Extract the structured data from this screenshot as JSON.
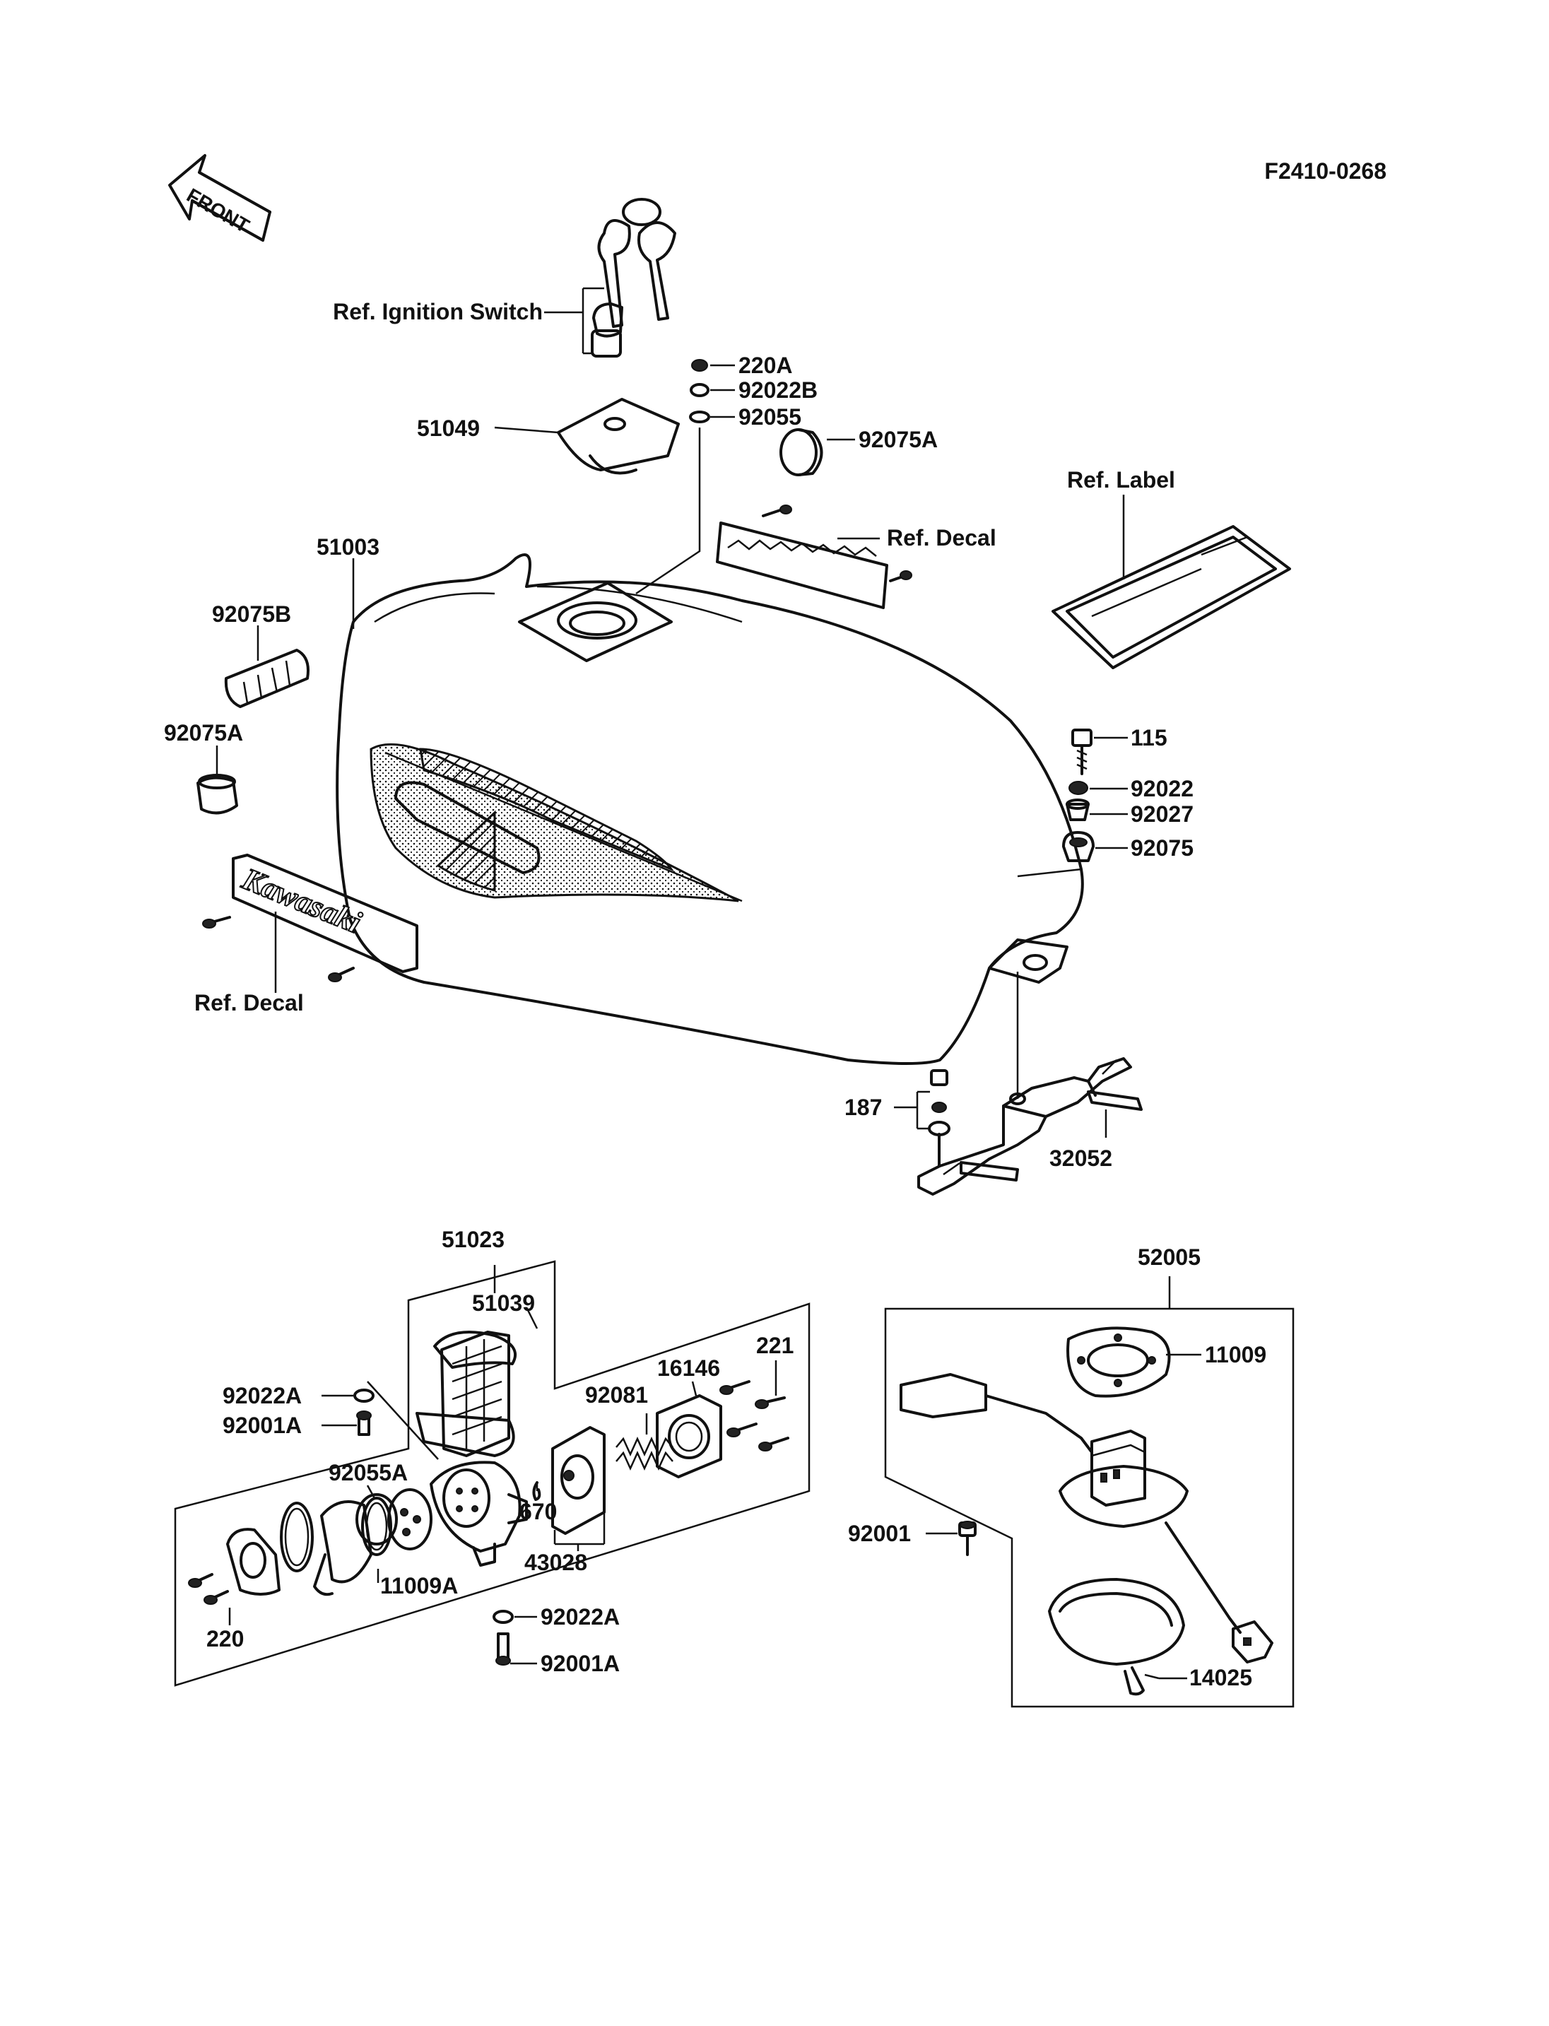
{
  "diagram_code": "F2410-0268",
  "front_arrow": "FRONT",
  "brand_decal": "Kawasaki",
  "labels": {
    "ref_ignition_switch": "Ref. Ignition Switch",
    "ref_label": "Ref. Label",
    "ref_decal_top": "Ref. Decal",
    "ref_decal_side": "Ref. Decal"
  },
  "parts": {
    "p220A": "220A",
    "p92022B": "92022B",
    "p92055": "92055",
    "p92075A_top": "92075A",
    "p51049": "51049",
    "p51003": "51003",
    "p92075B": "92075B",
    "p92075A_left": "92075A",
    "p115": "115",
    "p92022": "92022",
    "p92027": "92027",
    "p92075": "92075",
    "p187": "187",
    "p32052": "32052",
    "p51023": "51023",
    "p51039": "51039",
    "p92022A_a": "92022A",
    "p92001A_a": "92001A",
    "p92055A": "92055A",
    "p92081": "92081",
    "p16146": "16146",
    "p221": "221",
    "p670": "670",
    "p43028": "43028",
    "p11009A": "11009A",
    "p220": "220",
    "p92022A_b": "92022A",
    "p92001A_b": "92001A",
    "p52005": "52005",
    "p11009": "11009",
    "p92001": "92001",
    "p14025": "14025"
  }
}
